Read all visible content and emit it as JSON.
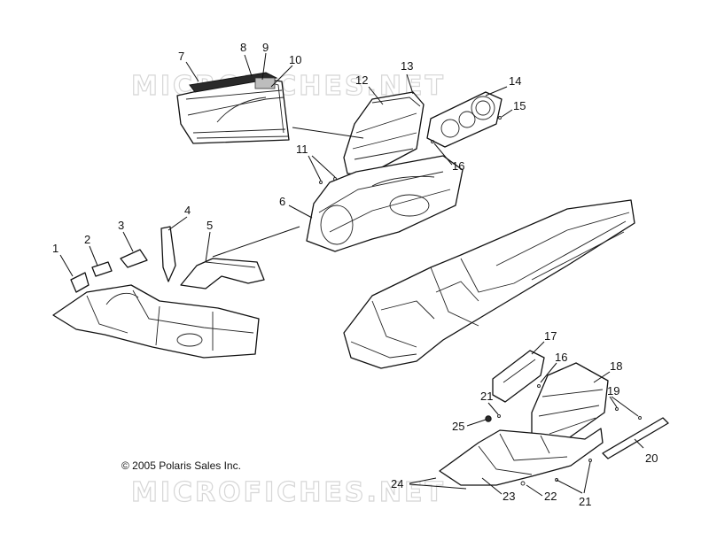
{
  "watermark": "MICROFICHES.NET",
  "copyright": "© 2005 Polaris Sales Inc.",
  "callouts": [
    "1",
    "2",
    "3",
    "4",
    "5",
    "6",
    "7",
    "8",
    "9",
    "10",
    "11",
    "12",
    "13",
    "14",
    "15",
    "16",
    "16",
    "17",
    "18",
    "19",
    "20",
    "21",
    "21",
    "22",
    "23",
    "24",
    "25"
  ]
}
